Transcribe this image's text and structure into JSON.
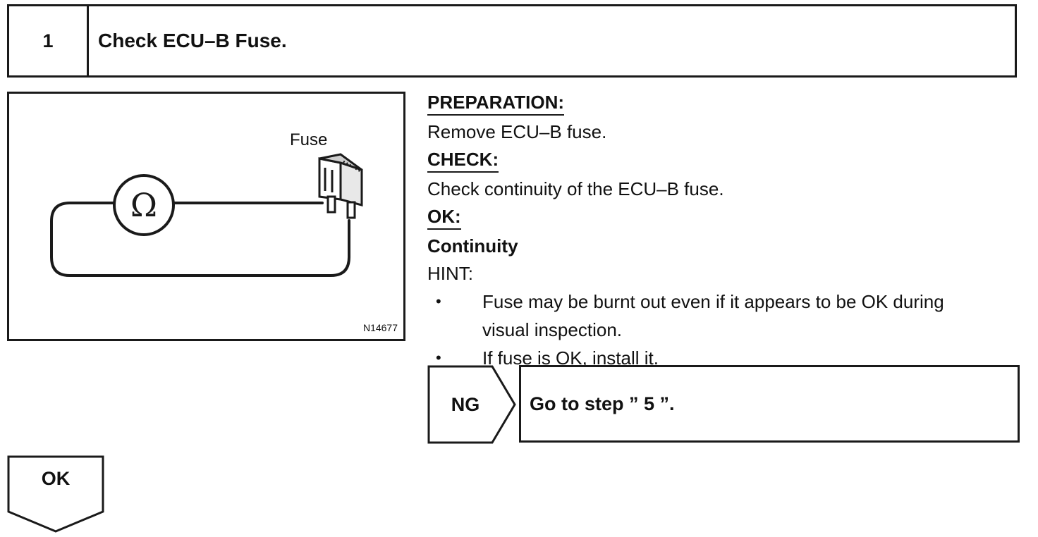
{
  "step": {
    "number": "1",
    "title": "Check ECU–B Fuse."
  },
  "figure": {
    "label": "Fuse",
    "symbol": "Ω",
    "code": "N14677"
  },
  "preparation": {
    "heading": "PREPARATION:",
    "text": "Remove ECU–B fuse."
  },
  "check": {
    "heading": "CHECK:",
    "text": "Check continuity of the ECU–B fuse."
  },
  "ok_spec": {
    "heading": "OK:",
    "value": "Continuity"
  },
  "hint": {
    "label": "HINT:",
    "bullets": [
      {
        "line1": "Fuse may be burnt out even if it appears to be OK during",
        "line2": "visual inspection."
      },
      {
        "line1": "If fuse is OK, install it."
      }
    ]
  },
  "ng": {
    "label": "NG",
    "target": "Go to step ” 5 ”."
  },
  "ok": {
    "label": "OK"
  },
  "colors": {
    "line": "#1a1a1a",
    "background": "#ffffff"
  }
}
